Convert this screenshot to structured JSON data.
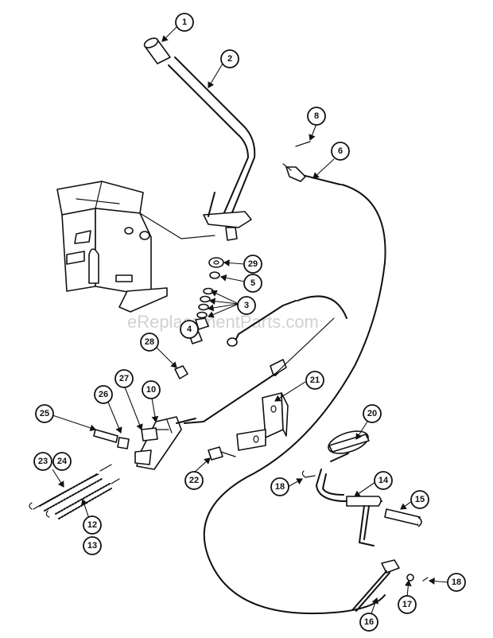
{
  "watermark": "eReplacementParts.com",
  "callouts": [
    "1",
    "2",
    "3",
    "4",
    "5",
    "6",
    "8",
    "10",
    "12",
    "13",
    "14",
    "15",
    "16",
    "17",
    "18",
    "18",
    "20",
    "21",
    "22",
    "23",
    "24",
    "25",
    "26",
    "27",
    "28",
    "29"
  ],
  "icons": {
    "part_callout": "numbered-circle-callout",
    "leader": "leader-line-arrow"
  }
}
